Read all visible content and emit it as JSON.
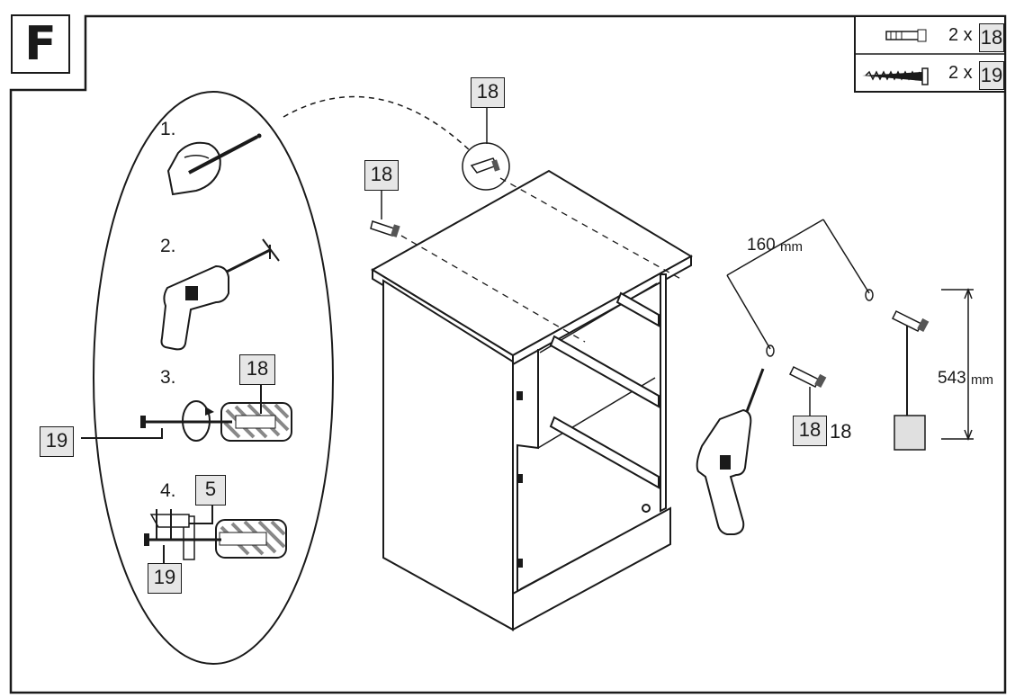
{
  "step_letter": "F",
  "legend": {
    "rows": [
      {
        "icon": "wall-plug-icon",
        "qty": "2 x",
        "part": "18"
      },
      {
        "icon": "screw-icon",
        "qty": "2 x",
        "part": "19"
      }
    ]
  },
  "sub_steps": {
    "step1": "1.",
    "step2": "2.",
    "step3": "3.",
    "step4": "4."
  },
  "tags": {
    "step3_plug": "18",
    "step3_screw": "19",
    "step4_bracket": "5",
    "step4_screw": "19",
    "cabinet_top_plug": "18",
    "cabinet_left_plug": "18",
    "wall_plug": "18",
    "wall_plug_extra": "18"
  },
  "dimensions": {
    "horizontal_value": "160",
    "horizontal_unit": "mm",
    "vertical_value": "543",
    "vertical_unit": "mm"
  }
}
